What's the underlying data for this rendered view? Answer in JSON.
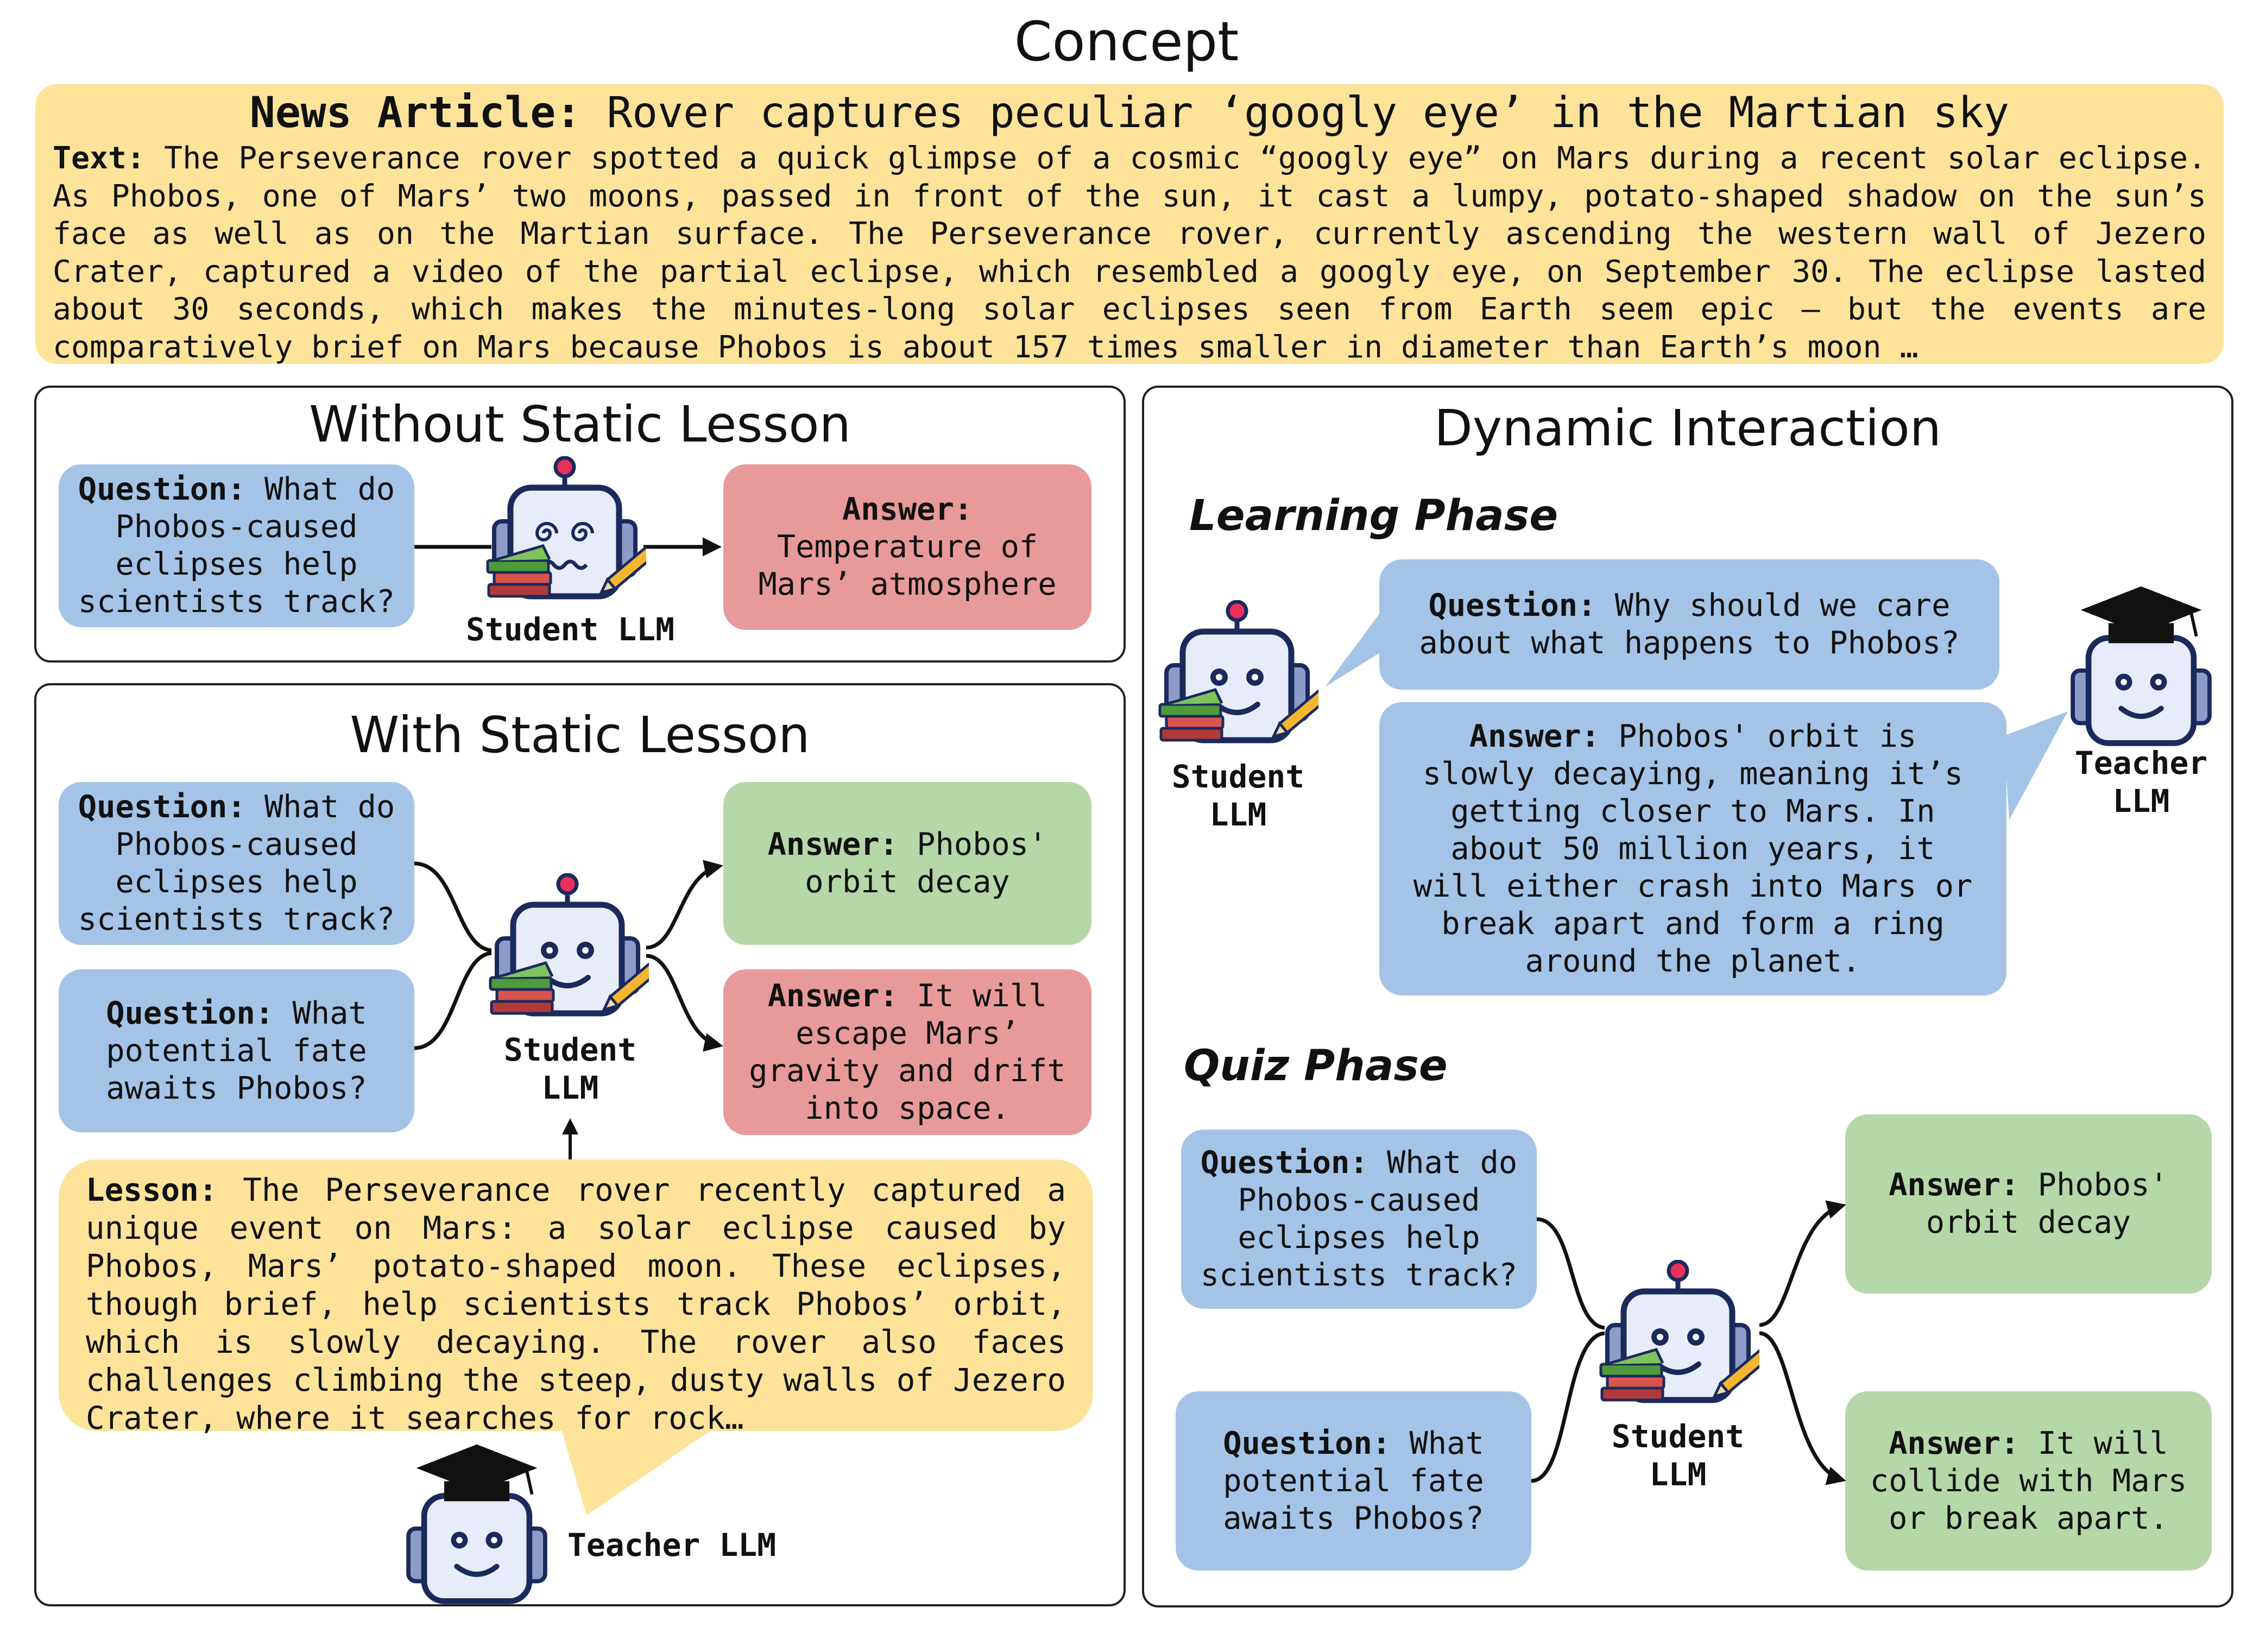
{
  "title": "Concept",
  "news": {
    "label": "News Article:",
    "headline": "Rover captures peculiar ‘googly eye’ in the Martian sky",
    "text_label": "Text:",
    "text": "The Perseverance rover spotted a quick glimpse of a cosmic “googly eye” on Mars during a recent solar eclipse. As Phobos, one of Mars’ two moons, passed in front of the sun, it cast a lumpy, potato-shaped shadow on the sun’s face as well as on the Martian surface. The Perseverance rover, currently ascending the western wall of Jezero Crater, captured a video of the partial eclipse, which resembled a googly eye, on September 30. The eclipse lasted about 30 seconds, which makes the minutes-long solar eclipses seen from Earth seem epic — but the events are comparatively brief on Mars because Phobos is about 157 times smaller in diameter than Earth’s moon …"
  },
  "labels": {
    "question": "Question:",
    "answer": "Answer:",
    "lesson": "Lesson:",
    "student_llm": "Student LLM",
    "student": "Student",
    "teacher_llm": "Teacher LLM",
    "teacher": "Teacher",
    "llm": "LLM"
  },
  "without": {
    "title": "Without Static Lesson",
    "question": "What do Phobos-caused eclipses help scientists track?",
    "answer": "Temperature of Mars’ atmosphere"
  },
  "with": {
    "title": "With Static Lesson",
    "question1": "What do Phobos-caused eclipses help scientists track?",
    "question2": "What potential fate awaits Phobos?",
    "answer1": "Phobos' orbit decay",
    "answer2": "It will escape Mars’ gravity and drift into space.",
    "lesson": "The Perseverance rover recently captured a unique event on Mars: a solar eclipse caused by Phobos, Mars’ potato-shaped moon. These eclipses, though brief, help scientists track Phobos’ orbit, which is slowly decaying. The rover also faces challenges climbing the steep, dusty walls of Jezero Crater, where it searches for rock…"
  },
  "dynamic": {
    "title": "Dynamic Interaction",
    "learning_phase": "Learning Phase",
    "learn_question": "Why should we care about what happens to Phobos?",
    "learn_answer": "Phobos' orbit is slowly decaying, meaning it’s getting closer to Mars. In about 50 million years, it will either crash into Mars or break apart and form a ring around the planet.",
    "quiz_phase": "Quiz Phase",
    "quiz_question1": "What do Phobos-caused eclipses help scientists track?",
    "quiz_question2": "What potential fate awaits Phobos?",
    "quiz_answer1": "Phobos' orbit decay",
    "quiz_answer2": "It will collide with Mars or break apart."
  },
  "colors": {
    "question_bg": "#a3c4e6",
    "correct_bg": "#b6d7a8",
    "wrong_bg": "#e89a9a",
    "article_bg": "#fde39a",
    "robot_face": "#e8ecfa",
    "robot_outline": "#1b2a5c"
  },
  "icons": [
    "student-robot-icon",
    "confused-robot-icon",
    "teacher-robot-icon",
    "books-icon",
    "pencil-icon",
    "graduation-cap-icon"
  ]
}
